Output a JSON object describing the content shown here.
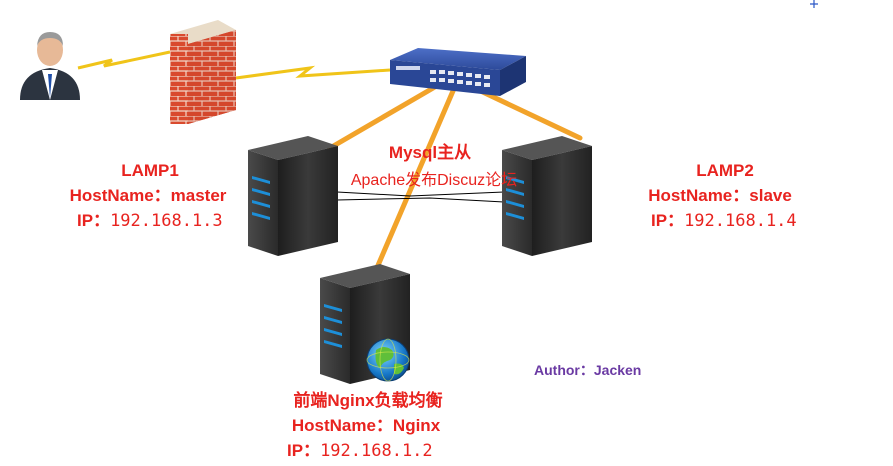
{
  "colors": {
    "label_red": "#e8231f",
    "author_purple": "#6a3aa3",
    "link_orange": "#f2a32a",
    "link_thin": "#000000",
    "server_dark": "#2b2b2b",
    "switch_blue": "#2f4ea3",
    "firewall_brick": "#d53a28"
  },
  "icons": {
    "user": "person-icon",
    "firewall": "firewall-icon",
    "switch": "network-switch-icon",
    "server": "server-icon",
    "globe": "globe-icon"
  },
  "links": {
    "mysql_label": "Mysql主从",
    "apache_label": "Apache发布Discuz论坛"
  },
  "nodes": {
    "lamp1": {
      "name": "LAMP1",
      "hostname": "HostName：master",
      "ip_prefix": "IP：",
      "ip": "192.168.1.3"
    },
    "lamp2": {
      "name": "LAMP2",
      "hostname": "HostName：slave",
      "ip_prefix": "IP：",
      "ip": "192.168.1.4"
    },
    "nginx": {
      "name": "前端Nginx负载均衡",
      "hostname": "HostName：Nginx",
      "ip_prefix": "IP：",
      "ip": "192.168.1.2"
    }
  },
  "author": "Author：Jacken"
}
